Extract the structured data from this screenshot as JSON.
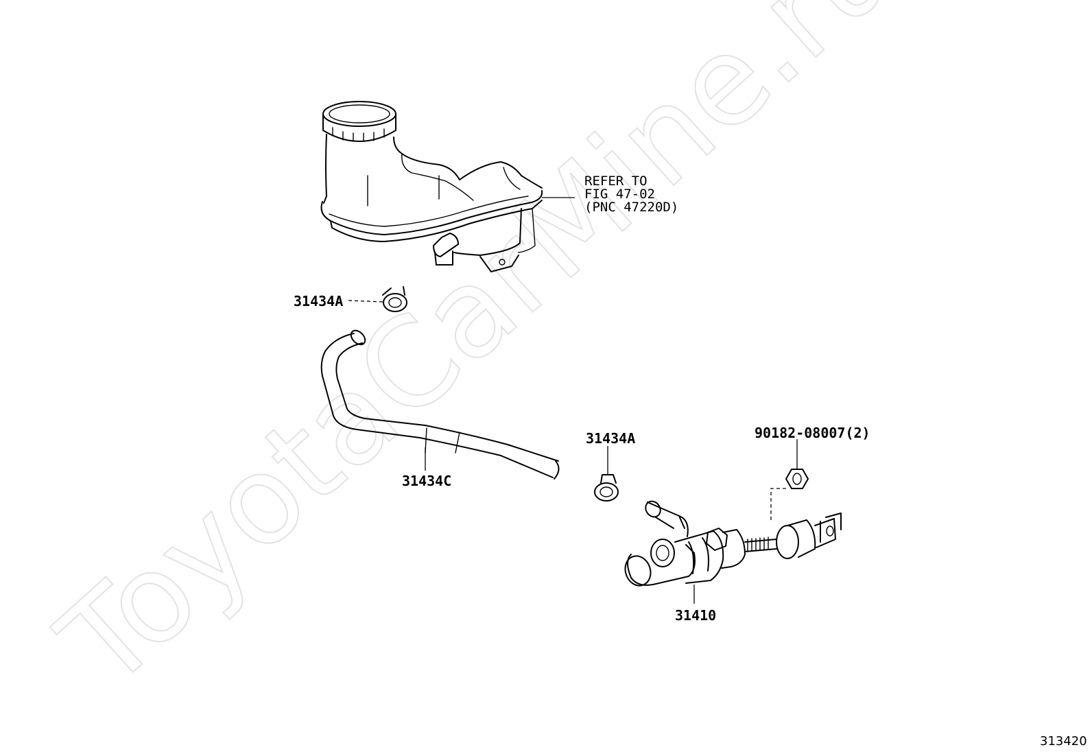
{
  "watermark": "ToyotaCarMine.ru",
  "figure_number": "313420",
  "labels": {
    "reservoir_ref_line1": "REFER TO",
    "reservoir_ref_line2": "FIG 47-02",
    "reservoir_ref_line3": "(PNC 47220D)",
    "clip_upper": "31434A",
    "clip_lower": "31434A",
    "hose": "31434C",
    "master_cylinder": "31410",
    "nut": "90182-08007(2)"
  }
}
